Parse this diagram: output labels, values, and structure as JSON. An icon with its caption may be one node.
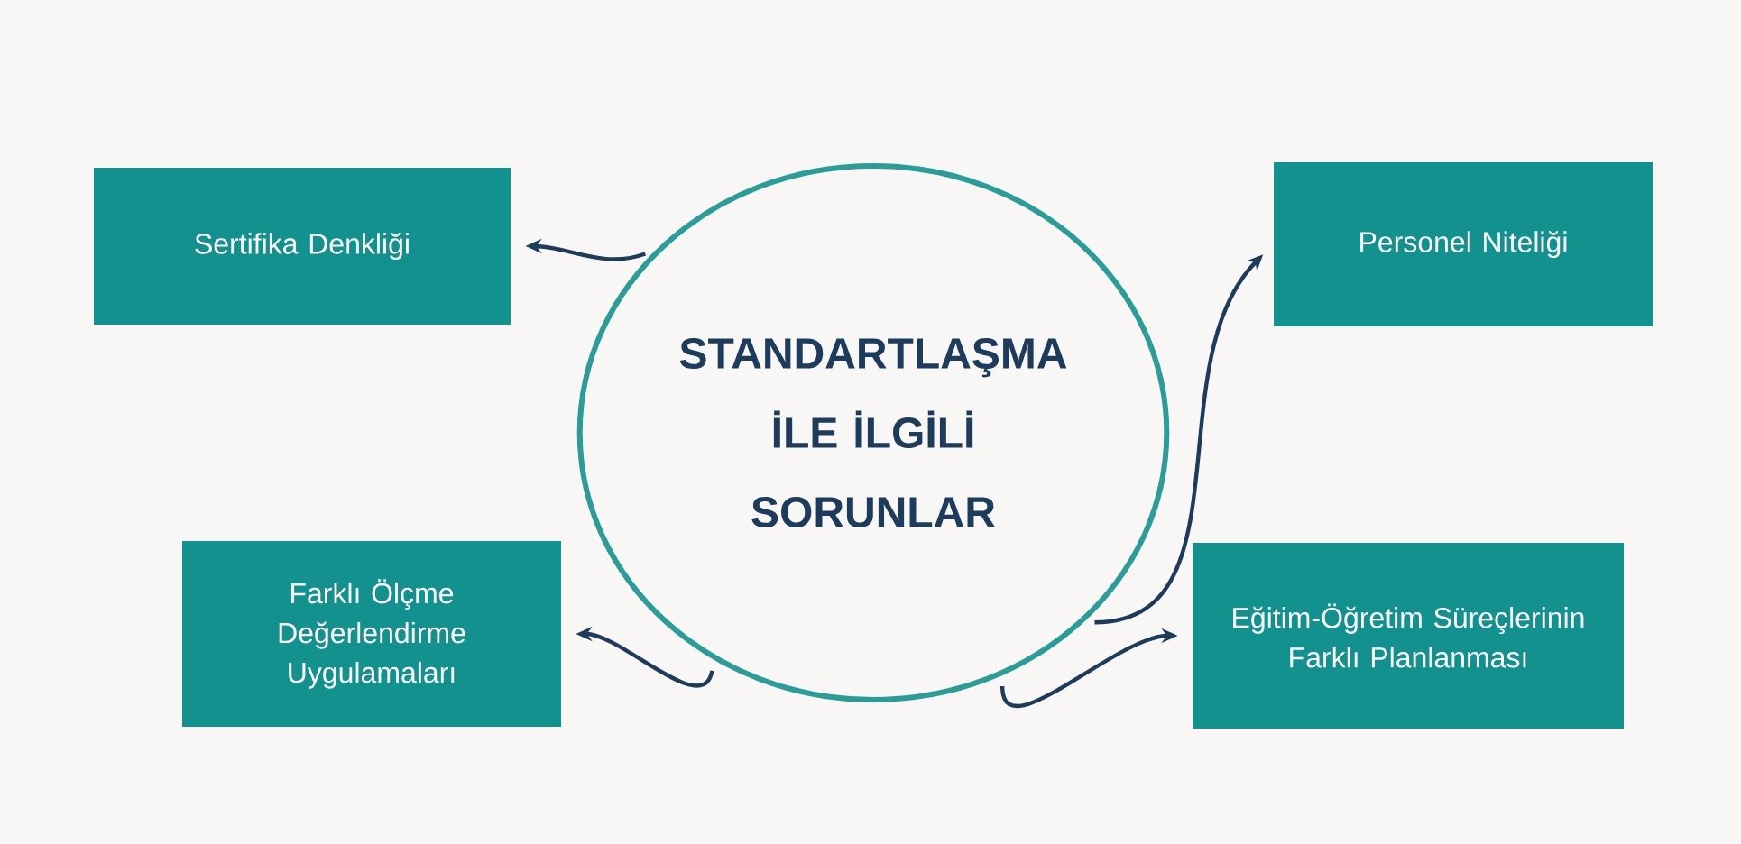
{
  "diagram": {
    "nodes": [
      {
        "text": [
          "STANDARTLAŞMA İLE İLGİLİ SORUNLAR"
        ]
      },
      {
        "text": [
          "Sertifika Denkliği"
        ]
      },
      {
        "text": [
          "Personel Niteliği"
        ]
      },
      {
        "text": [
          "Farklı Ölçme Değerlendirme Uygulamaları"
        ]
      },
      {
        "text": [
          "Eğitim-Öğretim Süreçlerinin Farklı Planlanması"
        ]
      }
    ],
    "edges": [
      {
        "from": 0,
        "to": 1,
        "arrow": "to"
      },
      {
        "from": 0,
        "to": 2,
        "arrow": "to"
      },
      {
        "from": 0,
        "to": 3,
        "arrow": "to"
      },
      {
        "from": 0,
        "to": 4,
        "arrow": "to"
      }
    ]
  }
}
